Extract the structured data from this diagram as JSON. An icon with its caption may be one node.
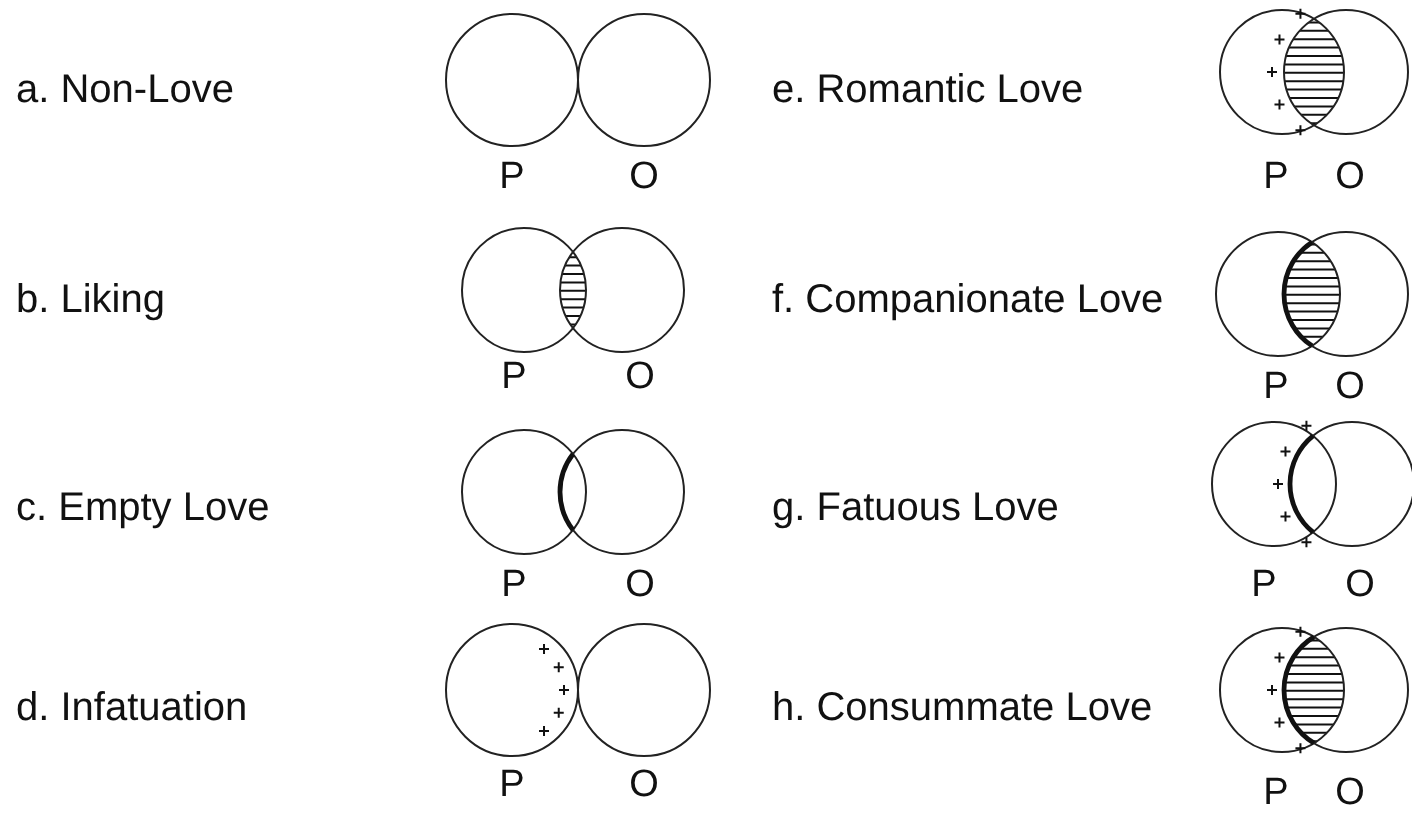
{
  "diagram": {
    "labels": [
      "a. Non-Love",
      "P",
      "O",
      "e. Romantic Love",
      "P",
      "O",
      "b. Liking",
      "P",
      "O",
      "f. Companionate Love",
      "P",
      "O",
      "c. Empty Love",
      "P",
      "O",
      "g. Fatuous Love",
      "P",
      "O",
      "d. Infatuation",
      "P",
      "O",
      "h. Consummate Love",
      "P",
      "O"
    ]
  }
}
